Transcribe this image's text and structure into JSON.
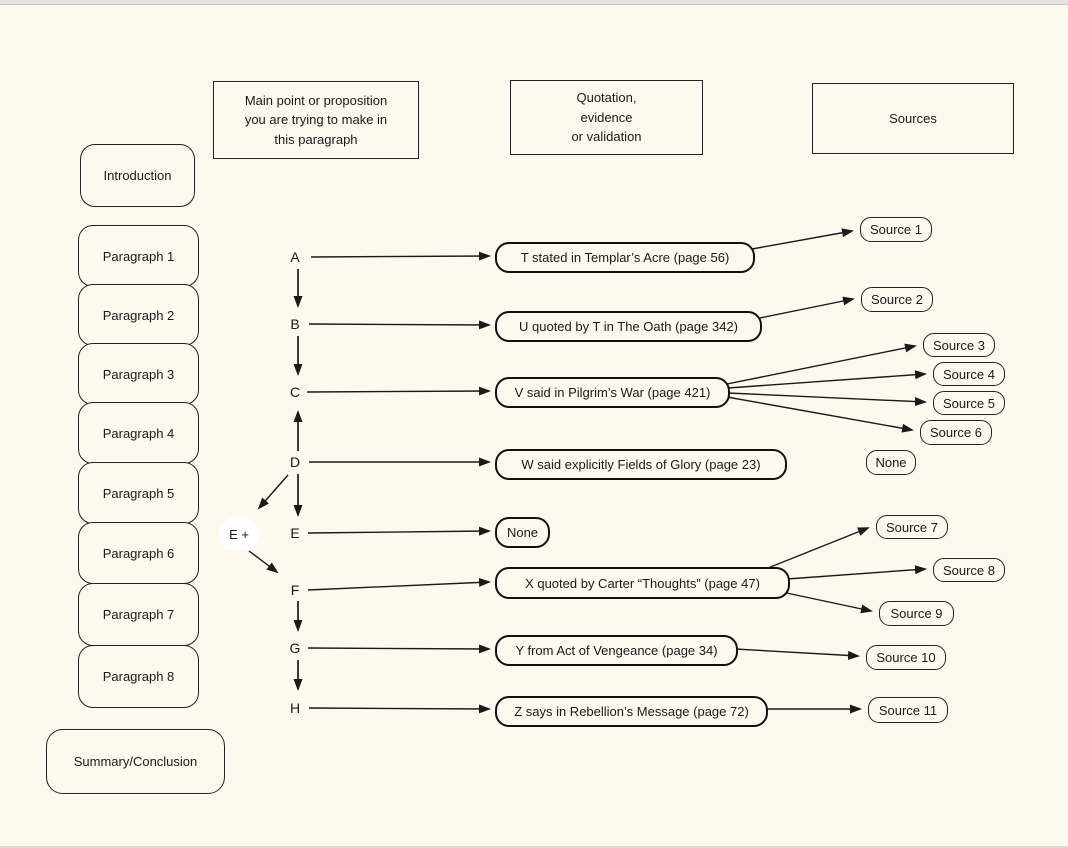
{
  "outline": {
    "items": [
      "Introduction",
      "Paragraph 1",
      "Paragraph 2",
      "Paragraph 3",
      "Paragraph 4",
      "Paragraph 5",
      "Paragraph 6",
      "Paragraph 7",
      "Paragraph 8",
      "Summary/Conclusion"
    ]
  },
  "headers": {
    "main_point": "Main point or proposition\nyou are trying to make in\nthis paragraph",
    "quotation": "Quotation,\nevidence\nor validation",
    "sources": "Sources"
  },
  "flow": {
    "e_plus": "E +",
    "rows": [
      {
        "letter": "A",
        "evidence": "T stated in Templar’s Acre (page 56)",
        "sources": [
          "Source 1"
        ]
      },
      {
        "letter": "B",
        "evidence": "U quoted by T in The Oath (page 342)",
        "sources": [
          "Source 2"
        ]
      },
      {
        "letter": "C",
        "evidence": "V said in Pilgrim’s War (page 421)",
        "sources": [
          "Source 3",
          "Source 4",
          "Source 5",
          "Source 6"
        ]
      },
      {
        "letter": "D",
        "evidence": "W said explicitly Fields of Glory (page 23)",
        "sources": [
          "None"
        ]
      },
      {
        "letter": "E",
        "evidence": "None",
        "sources": []
      },
      {
        "letter": "F",
        "evidence": "X quoted by Carter “Thoughts” (page 47)",
        "sources": [
          "Source 7",
          "Source 8",
          "Source 9"
        ]
      },
      {
        "letter": "G",
        "evidence": "Y from Act of Vengeance (page 34)",
        "sources": [
          "Source 10"
        ]
      },
      {
        "letter": "H",
        "evidence": "Z says in Rebellion’s Message (page 72)",
        "sources": [
          "Source 11"
        ]
      }
    ]
  },
  "colors": {
    "background": "#fdf9ee",
    "line": "#1a1a1a",
    "top_edge": "#e4e4e4"
  }
}
